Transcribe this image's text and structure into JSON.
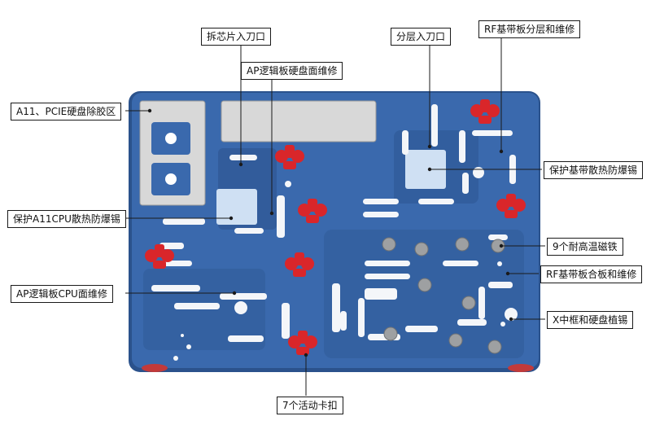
{
  "colors": {
    "board": "#3a69ad",
    "board_dark": "#2b528c",
    "board_light": "#5784c4",
    "clip_red": "#d9262a",
    "steel": "#d8d8d8",
    "heat_pad": "#cfe0f3",
    "magnet": "#9ea0a2",
    "line": "#1a1a1a"
  },
  "labels": {
    "chip_removal": "拆芯片入刀口",
    "ap_logic_disk": "AP逻辑板硬盘面维修",
    "layer_knife": "分层入刀口",
    "rf_layer_repair": "RF基带板分层和维修",
    "a11_pcie": "A11、PCIE硬盘除胶区",
    "baseband_protect": "保护基带散热防爆锡",
    "a11cpu_protect": "保护A11CPU散热防爆锡",
    "magnets": "9个耐高温磁铁",
    "rf_combine_repair": "RF基带板合板和维修",
    "ap_cpu_side": "AP逻辑板CPU面维修",
    "x_frame_disk": "X中框和硬盘植锡",
    "clips": "7个活动卡扣"
  }
}
